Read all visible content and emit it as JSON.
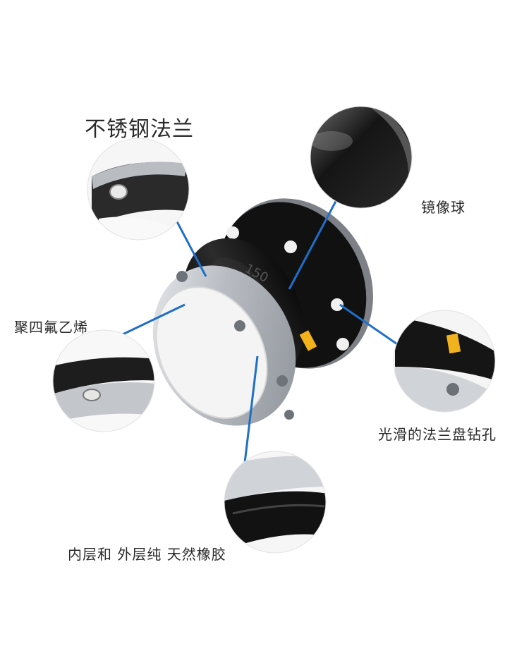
{
  "labels": {
    "stainless_flange": "不锈钢法兰",
    "mirror_ball": "镜像球",
    "ptfe": "聚四氟乙烯",
    "smooth_flange_drilling": "光滑的法兰盘钻孔",
    "rubber_layers": "内层和 外层纯 天然橡胶"
  },
  "product": {
    "size_marking": "150"
  },
  "colors": {
    "callout_line": "#1f6fc7",
    "rubber": "#1b1b1b",
    "steel": "#c9ccd1",
    "ptfe": "#f4f4f4",
    "tag": "#f2b21b"
  },
  "icons": [
    "bolt-hole-icon"
  ]
}
